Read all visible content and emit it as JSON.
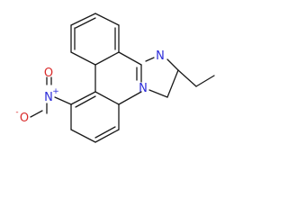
{
  "molecule": {
    "atoms": {
      "imine_n": {
        "element": "N",
        "charge": "",
        "color": "#2b2bd9"
      },
      "ring_n": {
        "element": "N",
        "charge": "",
        "color": "#2b2bd9"
      },
      "nitro_n": {
        "element": "N",
        "charge": "+",
        "color": "#2b2bd9"
      },
      "nitro_o_top": {
        "element": "O",
        "charge": "",
        "color": "#d92b2b"
      },
      "nitro_o_left": {
        "element": "O",
        "charge": "-",
        "color": "#d92b2b"
      }
    },
    "bond_color": "#1a1a1a"
  }
}
